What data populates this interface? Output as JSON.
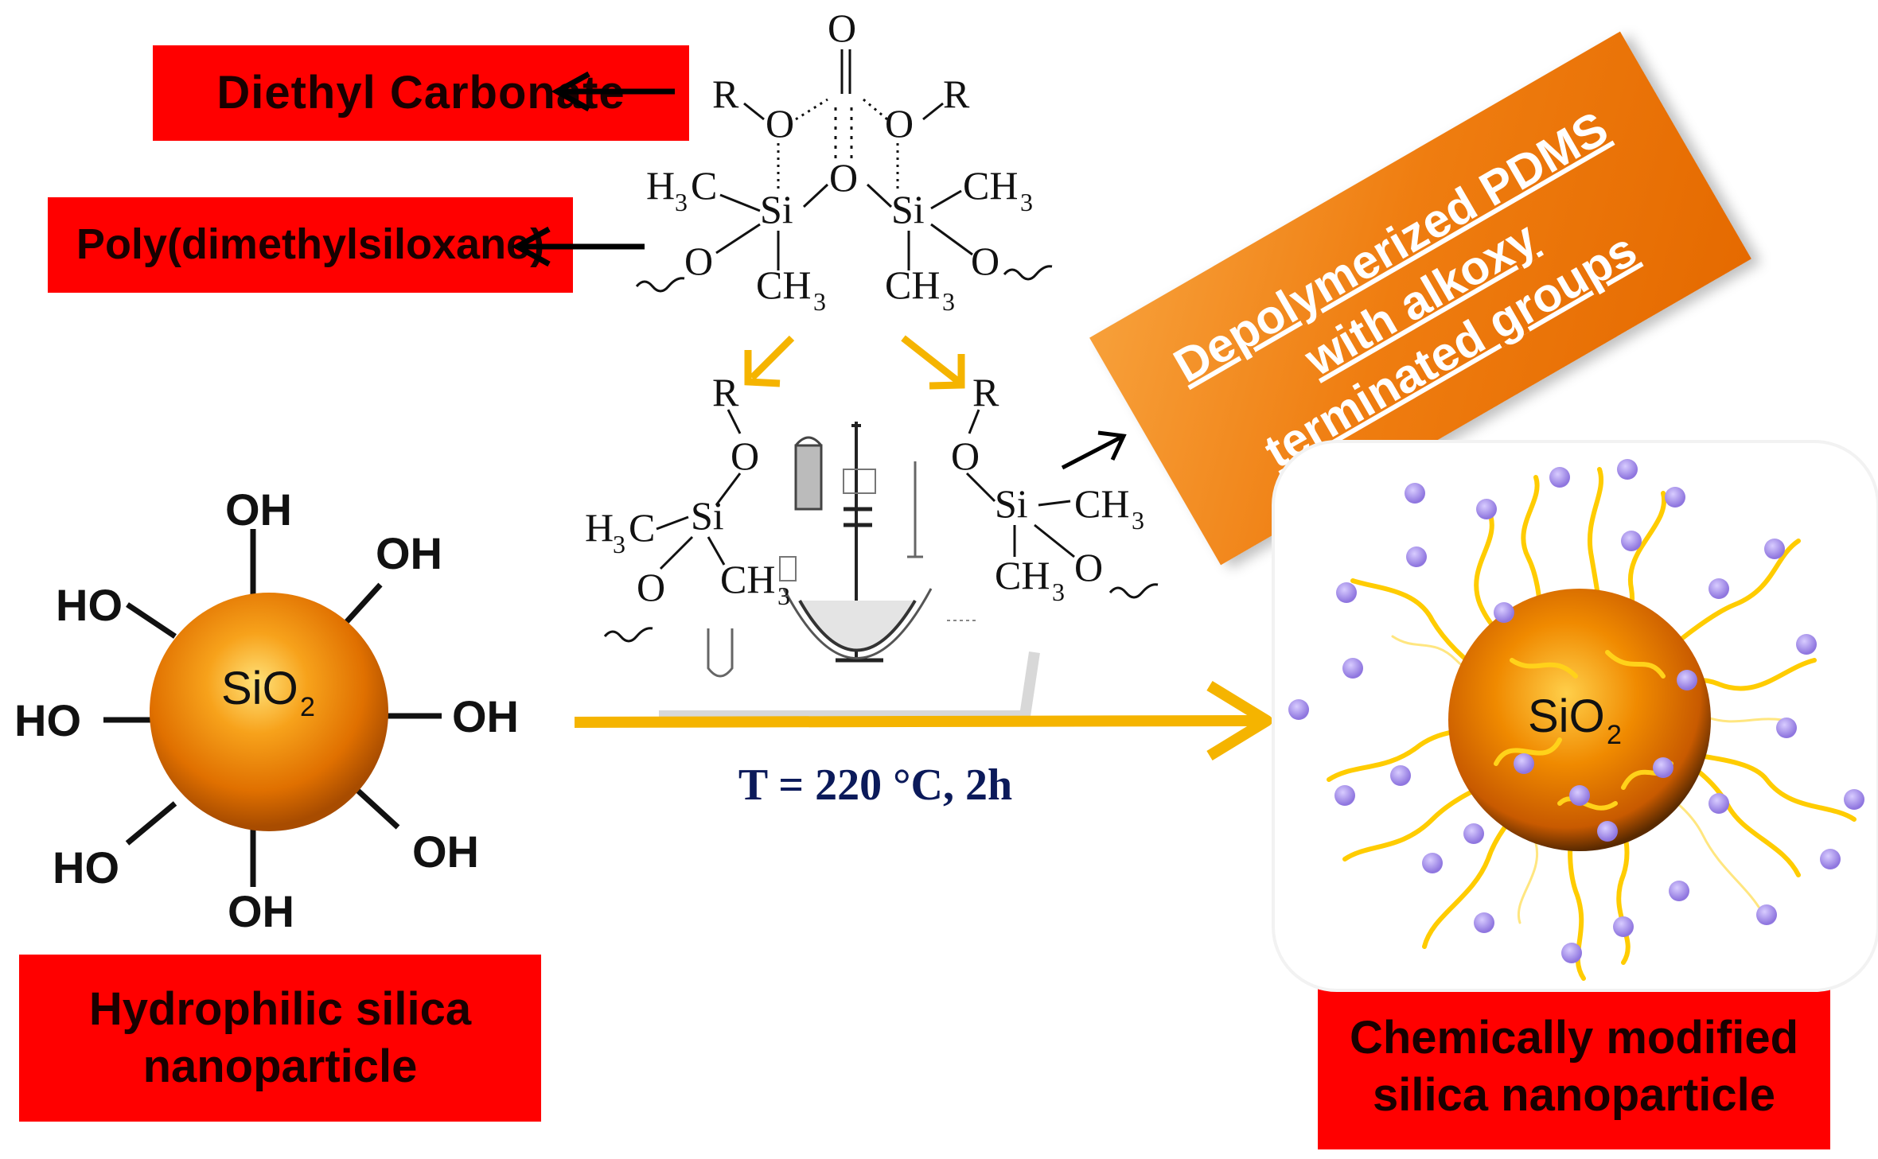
{
  "labels": {
    "diethyl_carbonate": "Diethyl  Carbonate",
    "pdms": "Poly(dimethylsiloxane)",
    "hydrophilic": "Hydrophilic  silica nanoparticle",
    "chemically_modified": "Chemically  modified silica  nanoparticle",
    "depolymerized": "Depolymerized  PDMS with alkoxy terminated groups"
  },
  "reaction_conditions": "T = 220 °C, 2h",
  "structure_top": {
    "O": "O",
    "R": "R",
    "Si": "Si",
    "H3C": "H",
    "C": "C",
    "CH": "CH",
    "sub3": "3"
  },
  "particle": {
    "core": "SiO",
    "core_sub": "2",
    "hydroxyls": [
      "OH",
      "OH",
      "HO",
      "HO",
      "OH",
      "HO",
      "OH",
      "OH"
    ]
  },
  "colors": {
    "label_red": "#ff0000",
    "arrow_yellow": "#f5b400",
    "orange_box": "#ef7d10",
    "particle_orange": "#f08a00",
    "chain_yellow": "#ffd21a",
    "dot_purple": "#a08ae6",
    "temp_blue": "#0b1a5a"
  }
}
